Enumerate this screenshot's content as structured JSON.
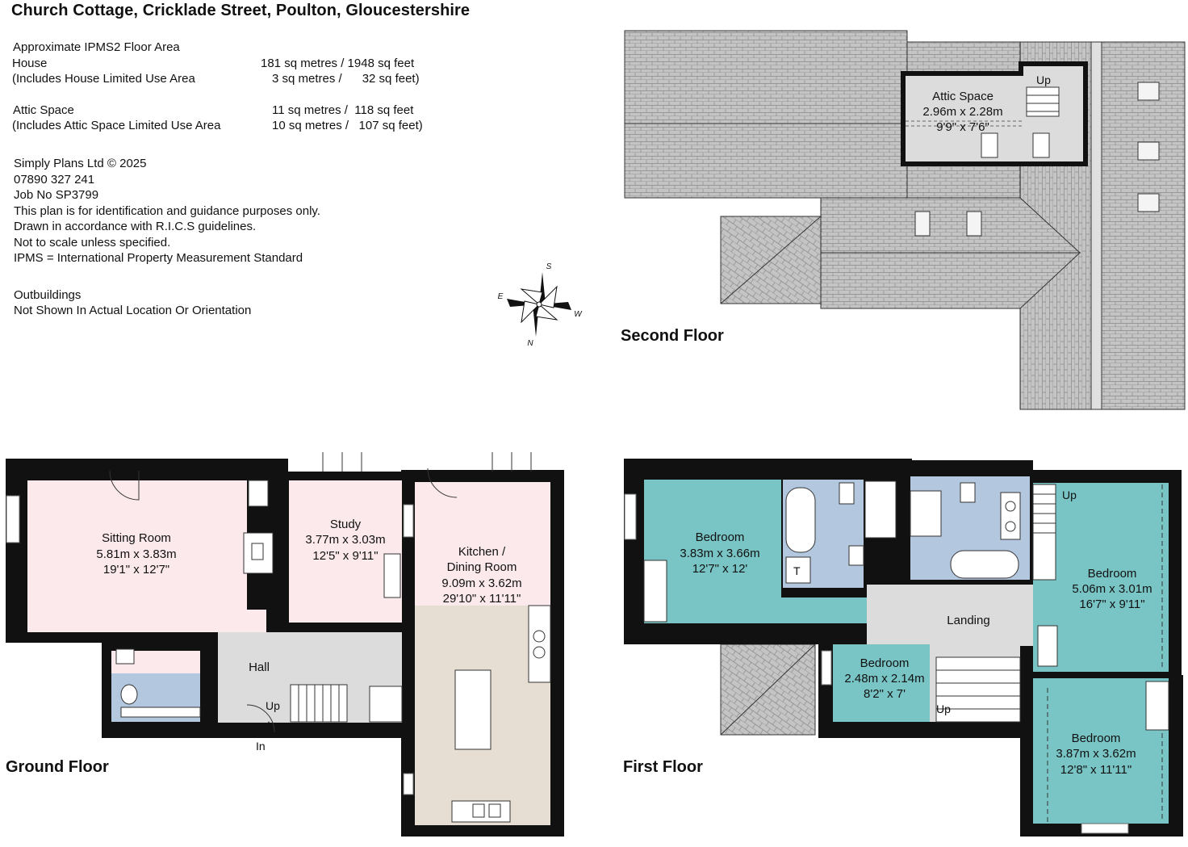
{
  "header": {
    "title": "Church Cottage, Cricklade Street, Poulton, Gloucestershire"
  },
  "area": {
    "heading": "Approximate IPMS2 Floor Area",
    "rows": [
      {
        "label": "House",
        "value": "181 sq metres / 1948 sq feet"
      },
      {
        "label": "(Includes House Limited Use Area",
        "value": "3 sq metres /      32 sq feet)"
      },
      {
        "label": "Attic Space",
        "value": "11 sq metres /  118 sq feet"
      },
      {
        "label": "(Includes Attic Space Limited Use Area",
        "value": "10 sq metres /   107 sq feet)"
      }
    ]
  },
  "company": {
    "lines": [
      "Simply Plans Ltd © 2025",
      "07890 327 241",
      "Job No SP3799",
      "This plan is for identification and guidance purposes only.",
      "Drawn in accordance with R.I.C.S guidelines.",
      "Not to scale unless specified.",
      "IPMS = International Property Measurement Standard"
    ]
  },
  "outbuildings": {
    "heading": "Outbuildings",
    "note": "Not Shown In Actual Location Or Orientation"
  },
  "compass": {
    "n": "N",
    "s": "S",
    "e": "E",
    "w": "W"
  },
  "floors": {
    "ground": "Ground Floor",
    "first": "First Floor",
    "second": "Second Floor"
  },
  "rooms": {
    "sitting": {
      "name": "Sitting Room",
      "metric": "5.81m x 3.83m",
      "imperial": "19'1\" x 12'7\""
    },
    "study": {
      "name": "Study",
      "metric": "3.77m x 3.03m",
      "imperial": "12'5\" x 9'11\""
    },
    "kitchen": {
      "name1": "Kitchen /",
      "name2": "Dining Room",
      "metric": "9.09m x 3.62m",
      "imperial": "29'10\" x 11'11\""
    },
    "hall": {
      "name": "Hall"
    },
    "bed1": {
      "name": "Bedroom",
      "metric": "3.83m x 3.66m",
      "imperial": "12'7\" x 12'"
    },
    "bed2": {
      "name": "Bedroom",
      "metric": "5.06m x 3.01m",
      "imperial": "16'7\" x 9'11\""
    },
    "bed3": {
      "name": "Bedroom",
      "metric": "2.48m x 2.14m",
      "imperial": "8'2\" x 7'"
    },
    "bed4": {
      "name": "Bedroom",
      "metric": "3.87m x 3.62m",
      "imperial": "12'8\" x 11'11\""
    },
    "landing": {
      "name": "Landing"
    },
    "attic": {
      "name": "Attic Space",
      "metric": "2.96m x 2.28m",
      "imperial": "9'9\" x 7'6\""
    }
  },
  "labels": {
    "up": "Up",
    "in": "In",
    "cupboard": "T"
  },
  "colors": {
    "wall": "#111111",
    "ground_rooms": "#fbe9ec",
    "hall": "#dcdcdc",
    "kitchen_floor": "#e6ddd3",
    "bathroom": "#b3c7de",
    "bedroom": "#79c5c6",
    "landing": "#dcdcdc",
    "roof": "#bdbdbd",
    "attic": "#dcdcdc"
  }
}
